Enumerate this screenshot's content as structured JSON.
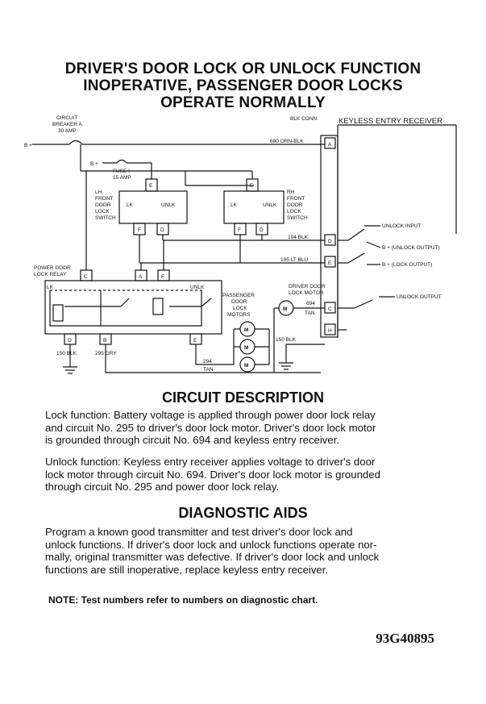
{
  "title": {
    "line1": "DRIVER'S DOOR LOCK OR UNLOCK FUNCTION",
    "line2": "INOPERATIVE, PASSENGER DOOR LOCKS",
    "line3": "OPERATE NORMALLY"
  },
  "diagram": {
    "blk_conn": "BLK CONN",
    "keyless_entry_receiver": "KEYLESS ENTRY RECEIVER",
    "circuit_breaker": [
      "CIRCUIT",
      "BREAKER A",
      "30 AMP"
    ],
    "b_plus": "B +",
    "fuse": [
      "FUSE I",
      "15 AMP"
    ],
    "wire_680": "680 ORN-BLK",
    "wire_194": "194 BLK",
    "wire_195": "195 LT BLU",
    "wire_694": "694",
    "wire_tan": "TAN",
    "wire_294": "294",
    "wire_150_bottom": "150 BLK",
    "wire_295": "295 GRY",
    "wire_150_right": "150 BLK",
    "lh_switch": [
      "LH",
      "FRONT",
      "DOOR",
      "LOCK",
      "SWITCH"
    ],
    "rh_switch": [
      "RH",
      "FRONT",
      "DOOR",
      "LOCK",
      "SWITCH"
    ],
    "lk": "LK",
    "unlk": "UNLK",
    "relay_label": [
      "POWER DOOR",
      "LOCK RELAY"
    ],
    "passenger_motors": [
      "PASSENGER",
      "DOOR",
      "LOCK",
      "MOTORS"
    ],
    "driver_motor": [
      "DRIVER DOOR",
      "LOCK MOTOR"
    ],
    "motor_m": "M",
    "unlock_input": "UNLOCK INPUT",
    "unlock_output_b": "B + (UNLOCK OUTPUT)",
    "lock_output_b": "B + (LOCK OUTPUT)",
    "unlock_output": "UNLOCK OUTPUT",
    "pins": {
      "a": "A",
      "b": "B",
      "c": "C",
      "d": "D",
      "e": "E",
      "f": "F",
      "h": "H"
    }
  },
  "circuit_description": {
    "heading": "CIRCUIT DESCRIPTION",
    "lock": [
      "Lock function: Battery voltage is applied through power door lock relay",
      "and circuit No. 295 to driver's door lock motor. Driver's door lock motor",
      "is grounded through circuit No. 694 and keyless entry receiver."
    ],
    "unlock": [
      "Unlock function: Keyless entry receiver applies voltage to driver's door",
      "lock motor through circuit No. 694. Driver's door lock motor is grounded",
      "through circuit No. 295 and power door lock relay."
    ]
  },
  "diagnostic_aids": {
    "heading": "DIAGNOSTIC AIDS",
    "text": [
      "Program a known good transmitter and test driver's door lock and",
      "unlock functions. If driver's door lock and unlock functions operate nor-",
      "mally, original transmitter was defective. If driver's door lock and unlock",
      "functions are still inoperative, replace keyless entry receiver."
    ]
  },
  "note": "NOTE:  Test numbers refer to numbers on diagnostic chart.",
  "figure_id": "93G40895"
}
